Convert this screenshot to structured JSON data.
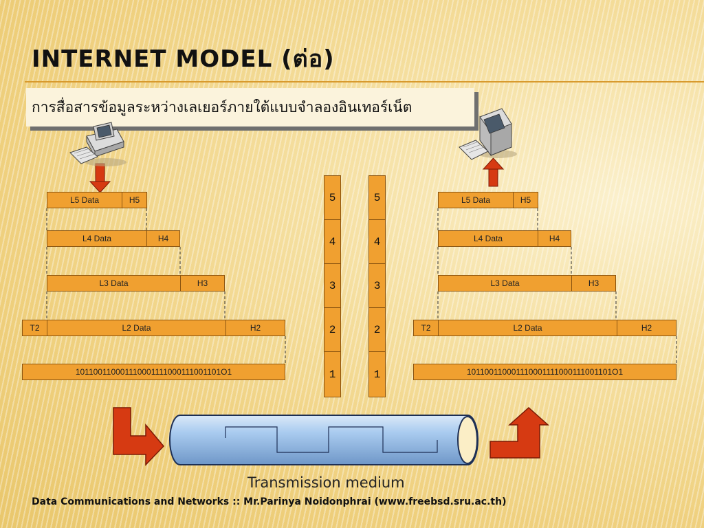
{
  "slide": {
    "title": "INTERNET MODEL  (ต่อ)",
    "subtitle": "การสื่อสารข้อมูลระหว่างเลเยอร์ภายใต้แบบจำลองอินเทอร์เน็ต",
    "caption": "Transmission medium",
    "footer": "Data Communications and Networks :: Mr.Parinya Noidonphrai (www.freebsd.sru.ac.th)"
  },
  "colors": {
    "box_fill": "#f0a030",
    "arrow": "#d63a12",
    "cable": "#9ec4ec",
    "rule": "#d89a2e"
  },
  "icons": {
    "left_computer": "computer-icon",
    "right_computer": "computer-icon",
    "down_arrow": "arrow-down-icon",
    "up_arrow": "arrow-up-icon",
    "bent_arrow_left": "bent-arrow-right-icon",
    "bent_arrow_right": "bent-arrow-up-icon"
  },
  "sender": {
    "l5": {
      "data": "L5 Data",
      "header": "H5"
    },
    "l4": {
      "data": "L4 Data",
      "header": "H4"
    },
    "l3": {
      "data": "L3 Data",
      "header": "H3"
    },
    "l2": {
      "trailer": "T2",
      "data": "L2 Data",
      "header": "H2"
    },
    "bits": "101100110001110001111000111001101O1"
  },
  "receiver": {
    "l5": {
      "data": "L5 Data",
      "header": "H5"
    },
    "l4": {
      "data": "L4 Data",
      "header": "H4"
    },
    "l3": {
      "data": "L3 Data",
      "header": "H3"
    },
    "l2": {
      "trailer": "T2",
      "data": "L2 Data",
      "header": "H2"
    },
    "bits": "101100110001110001111000111001101O1"
  },
  "stack_left": [
    "5",
    "4",
    "3",
    "2",
    "1"
  ],
  "stack_right": [
    "5",
    "4",
    "3",
    "2",
    "1"
  ]
}
